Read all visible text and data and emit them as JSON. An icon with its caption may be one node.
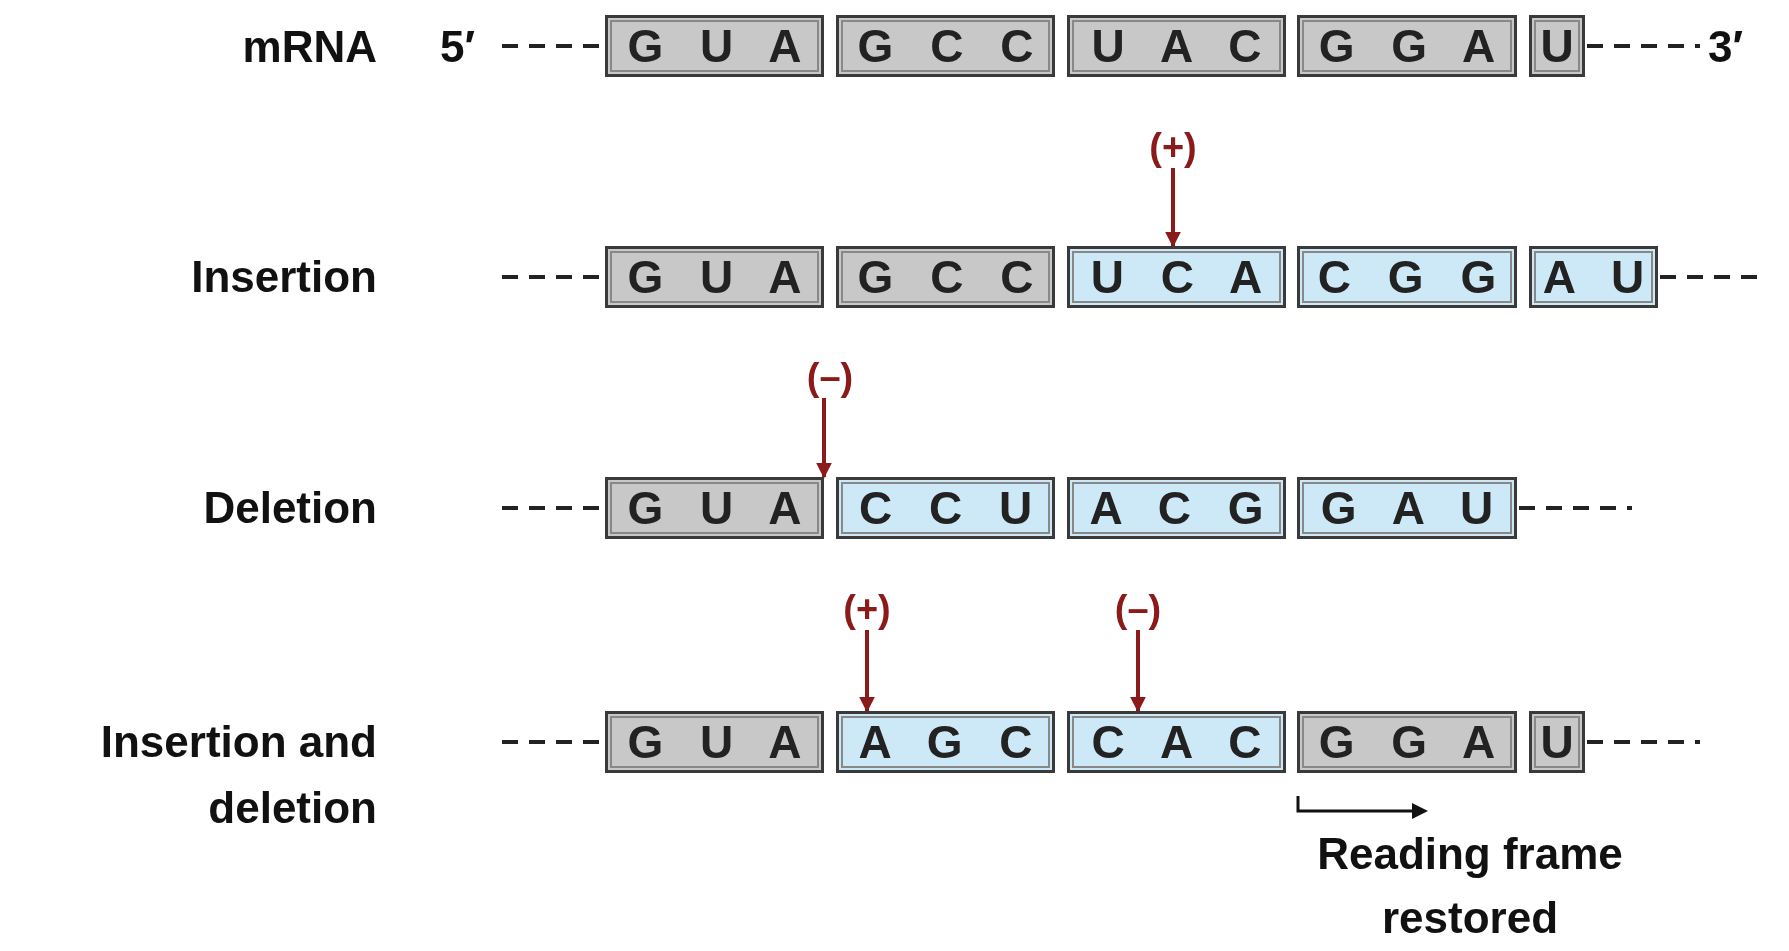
{
  "diagram": {
    "nodes": [
      {
        "text": [
          "G U A"
        ]
      },
      {
        "text": [
          "G C C"
        ]
      },
      {
        "text": [
          "U A C"
        ]
      },
      {
        "text": [
          "G G A"
        ]
      },
      {
        "text": [
          "U"
        ]
      },
      {
        "text": [
          "(+)"
        ]
      },
      {
        "text": [
          "G U A"
        ]
      },
      {
        "text": [
          "G C C"
        ]
      },
      {
        "text": [
          "U C A"
        ]
      },
      {
        "text": [
          "C G G"
        ]
      },
      {
        "text": [
          "A U"
        ]
      },
      {
        "text": [
          "(–)"
        ]
      },
      {
        "text": [
          "G U A"
        ]
      },
      {
        "text": [
          "C C U"
        ]
      },
      {
        "text": [
          "A C G"
        ]
      },
      {
        "text": [
          "G A U"
        ]
      },
      {
        "text": [
          "(+)"
        ]
      },
      {
        "text": [
          "(–)"
        ]
      },
      {
        "text": [
          "G U A"
        ]
      },
      {
        "text": [
          "A G C"
        ]
      },
      {
        "text": [
          "C A C"
        ]
      },
      {
        "text": [
          "G G A"
        ]
      },
      {
        "text": [
          "U"
        ]
      }
    ],
    "edges": [
      {
        "from": 5,
        "to": 8,
        "arrow": "to"
      },
      {
        "from": 11,
        "to": 12,
        "arrow": "to"
      },
      {
        "from": 16,
        "to": 19,
        "arrow": "to"
      },
      {
        "from": 17,
        "to": 20,
        "arrow": "to"
      }
    ],
    "labels": [
      "mRNA",
      "5′",
      "3′",
      "Insertion",
      "Deletion",
      "Insertion and deletion",
      "Reading frame restored"
    ]
  }
}
